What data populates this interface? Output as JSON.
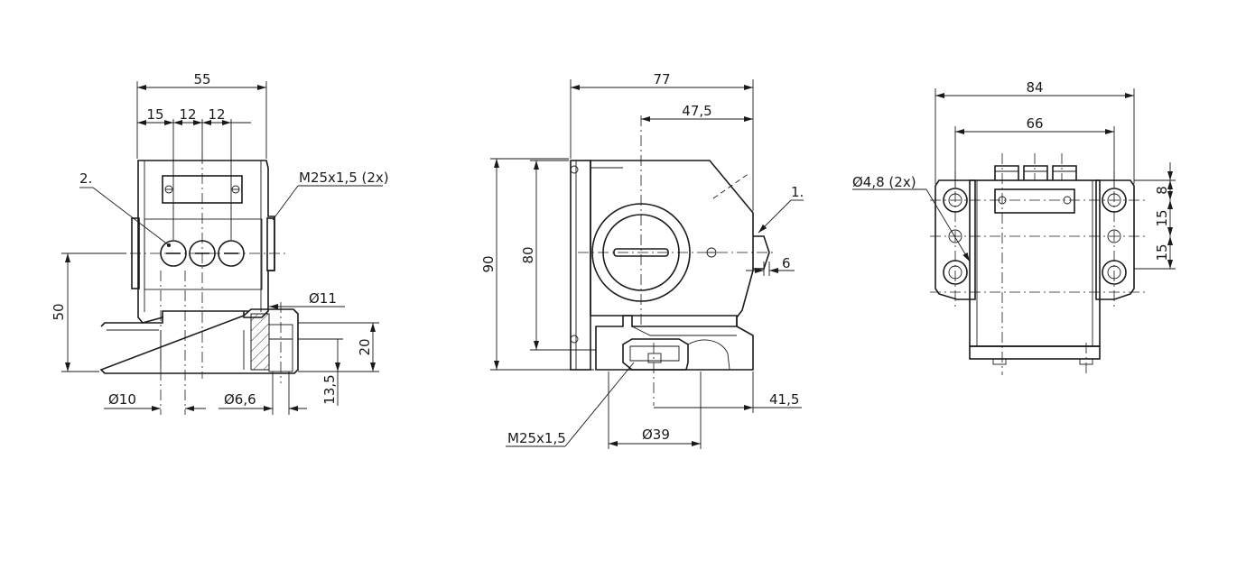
{
  "colors": {
    "line": "#1a1a1a",
    "background": "#ffffff"
  },
  "left_view": {
    "dims": {
      "width_total": "55",
      "pitch_a": "15",
      "pitch_b": "12",
      "pitch_c": "12",
      "height_axis": "50",
      "hole_large": "Ø11",
      "hole_depth": "20",
      "base_height": "13,5",
      "hole_small_a": "Ø10",
      "hole_small_b": "Ø6,6"
    },
    "thread_label": "M25x1,5 (2x)",
    "item_label": "2."
  },
  "middle_view": {
    "dims": {
      "width_total": "77",
      "width_part": "47,5",
      "height_total": "90",
      "height_part": "80",
      "plunger": "6",
      "offset": "41,5",
      "diameter": "Ø39"
    },
    "thread_label": "M25x1,5",
    "item_label": "1."
  },
  "right_view": {
    "dims": {
      "width_total": "84",
      "width_inner": "66",
      "hole": "Ø4,8 (2x)",
      "v_a": "8",
      "v_b": "15",
      "v_c": "15"
    }
  }
}
